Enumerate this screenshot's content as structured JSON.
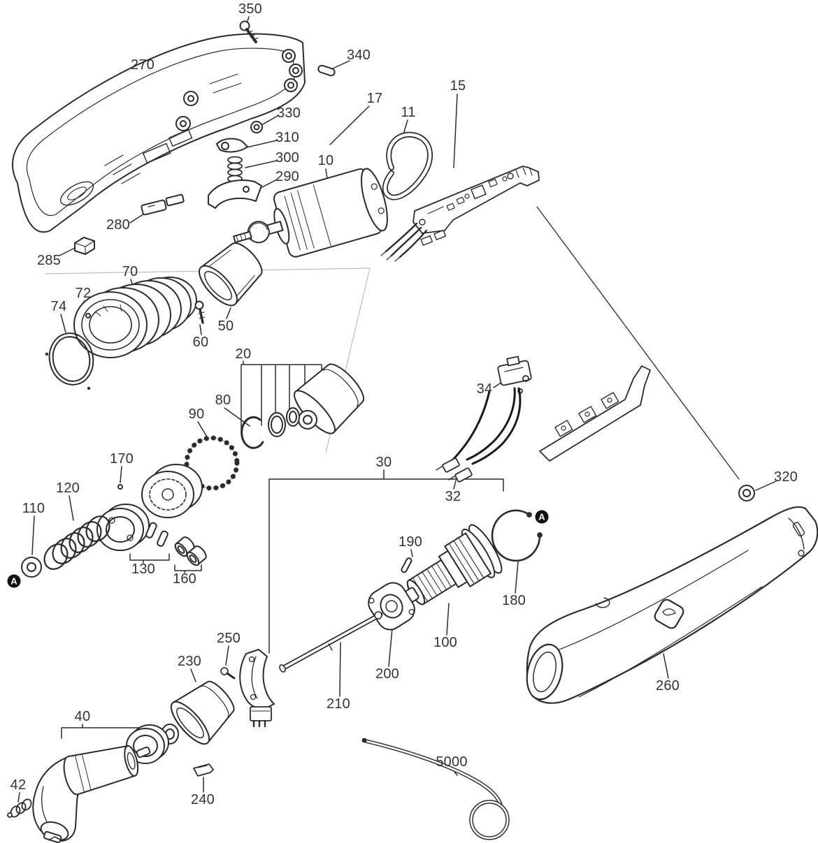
{
  "diagram": {
    "kind": "exploded-parts-diagram",
    "subject": "angle screwdriver power tool - exploded view with part numbers",
    "background_color": "#ffffff",
    "line_color": "#2b2b2b",
    "label_color": "#333333"
  },
  "labels": [
    {
      "id": "350"
    },
    {
      "id": "270"
    },
    {
      "id": "340"
    },
    {
      "id": "17"
    },
    {
      "id": "11"
    },
    {
      "id": "15"
    },
    {
      "id": "330"
    },
    {
      "id": "310"
    },
    {
      "id": "300"
    },
    {
      "id": "10"
    },
    {
      "id": "290"
    },
    {
      "id": "280"
    },
    {
      "id": "285"
    },
    {
      "id": "70"
    },
    {
      "id": "72"
    },
    {
      "id": "74"
    },
    {
      "id": "50"
    },
    {
      "id": "60"
    },
    {
      "id": "20"
    },
    {
      "id": "80"
    },
    {
      "id": "90"
    },
    {
      "id": "34"
    },
    {
      "id": "170"
    },
    {
      "id": "30"
    },
    {
      "id": "320"
    },
    {
      "id": "120"
    },
    {
      "id": "32"
    },
    {
      "id": "110"
    },
    {
      "id": "190"
    },
    {
      "id": "130"
    },
    {
      "id": "160"
    },
    {
      "id": "180"
    },
    {
      "id": "100"
    },
    {
      "id": "250"
    },
    {
      "id": "230"
    },
    {
      "id": "200"
    },
    {
      "id": "260"
    },
    {
      "id": "210"
    },
    {
      "id": "40"
    },
    {
      "id": "5000"
    },
    {
      "id": "42"
    },
    {
      "id": "240"
    }
  ],
  "markers": [
    {
      "label": "A"
    },
    {
      "label": "A"
    }
  ]
}
